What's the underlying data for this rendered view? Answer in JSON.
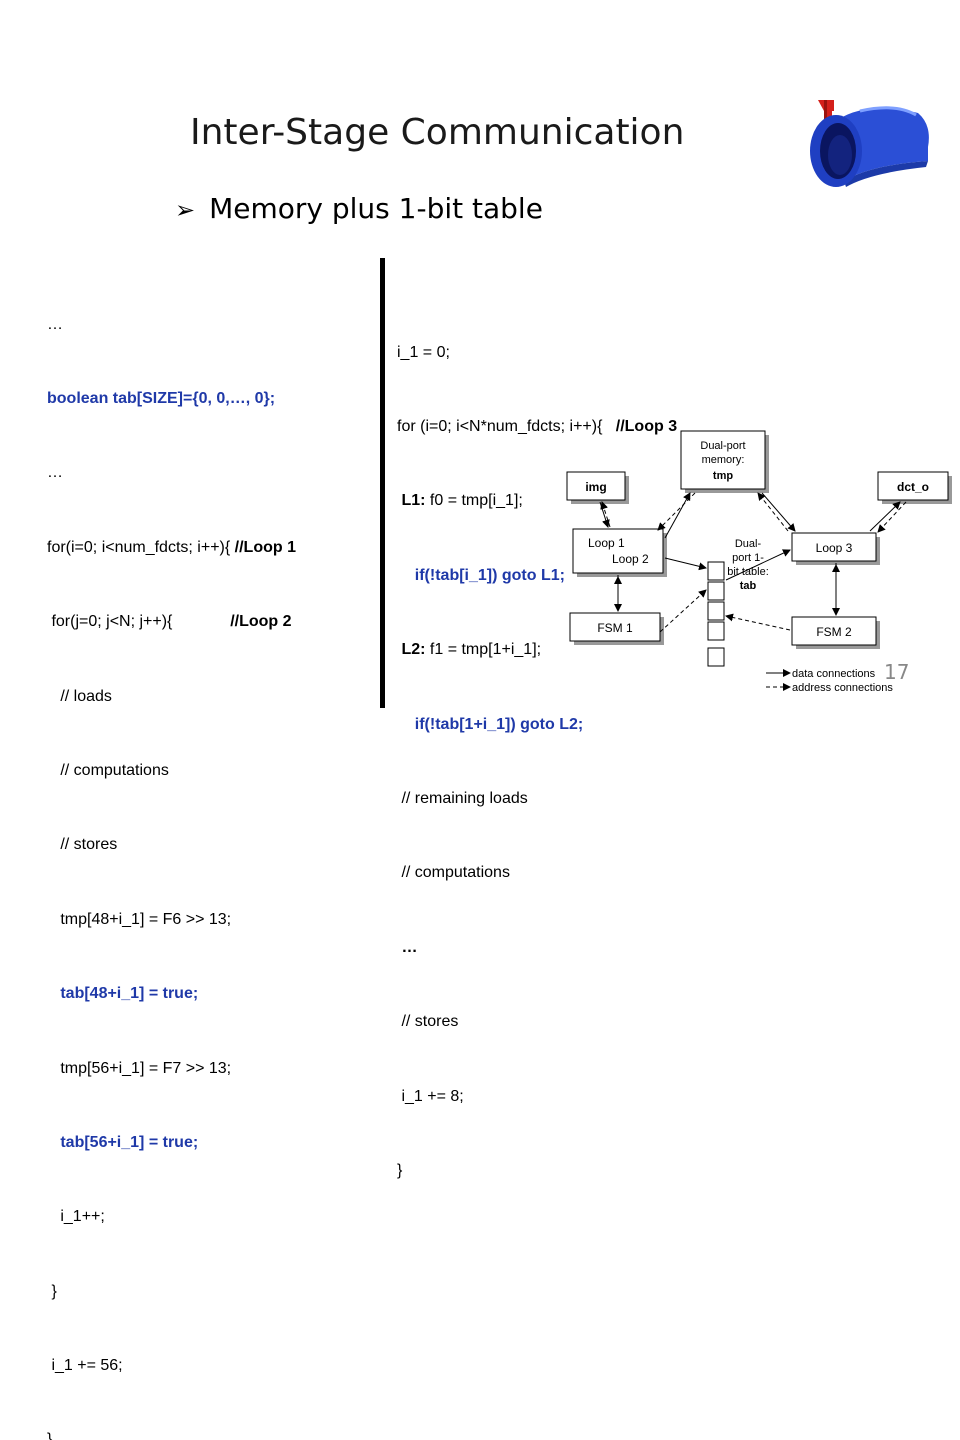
{
  "slide": {
    "title": "Inter-Stage Communication",
    "bullet": "Memory plus 1-bit table",
    "page_number": "17"
  },
  "left_code": [
    {
      "text": "…",
      "style": "plain"
    },
    {
      "text": "boolean tab[SIZE]={0, 0,…, 0};",
      "style": "blue"
    },
    {
      "text": "…",
      "style": "plain"
    },
    {
      "text": "for(i=0; i<num_fdcts; i++){ //Loop 1",
      "style": "loop1"
    },
    {
      "text": " for(j=0; j<N; j++){             //Loop 2",
      "style": "loop2"
    },
    {
      "text": "   // loads",
      "style": "plain"
    },
    {
      "text": "   // computations",
      "style": "plain"
    },
    {
      "text": "   // stores",
      "style": "plain"
    },
    {
      "text": "   tmp[48+i_1] = F6 >> 13;",
      "style": "plain"
    },
    {
      "text": "   tab[48+i_1] = true;",
      "style": "blue"
    },
    {
      "text": "   tmp[56+i_1] = F7 >> 13;",
      "style": "plain"
    },
    {
      "text": "   tab[56+i_1] = true;",
      "style": "blue"
    },
    {
      "text": "   i_1++;",
      "style": "plain"
    },
    {
      "text": " }",
      "style": "plain"
    },
    {
      "text": " i_1 += 56;",
      "style": "plain"
    },
    {
      "text": "}",
      "style": "plain"
    }
  ],
  "right_code": [
    {
      "text": "i_1 = 0;",
      "style": "plain"
    },
    {
      "text": "for (i=0; i<N*num_fdcts; i++){   //Loop 3",
      "style": "loop3"
    },
    {
      "text": " L1: f0 = tmp[i_1];",
      "style": "label"
    },
    {
      "text": "    if(!tab[i_1]) goto L1;",
      "style": "blue"
    },
    {
      "text": " L2: f1 = tmp[1+i_1];",
      "style": "label"
    },
    {
      "text": "    if(!tab[1+i_1]) goto L2;",
      "style": "blue"
    },
    {
      "text": " // remaining loads",
      "style": "plain"
    },
    {
      "text": " // computations",
      "style": "plain"
    },
    {
      "text": " …",
      "style": "bold"
    },
    {
      "text": " // stores",
      "style": "plain"
    },
    {
      "text": " i_1 += 8;",
      "style": "plain"
    },
    {
      "text": "}",
      "style": "plain"
    }
  ],
  "diagram": {
    "memory_label_1": "Dual-port",
    "memory_label_2": "memory:",
    "memory_label_3": "tmp",
    "img_label": "img",
    "dct_label": "dct_o",
    "loop12_label_1": "Loop 1",
    "loop12_label_2": "Loop 2",
    "loop3_label": "Loop 3",
    "fsm1_label": "FSM 1",
    "fsm2_label": "FSM 2",
    "table_label_1": "Dual-",
    "table_label_2": "port 1-",
    "table_label_3": "bit table:",
    "table_label_4": "tab",
    "legend_data": "data connections",
    "legend_address": "address connections"
  },
  "colors": {
    "code_blue": "#1f39a8",
    "mailbox_blue": "#2b4fd6",
    "flag_red": "#d4201a"
  },
  "icons": [
    "mailbox-icon"
  ]
}
